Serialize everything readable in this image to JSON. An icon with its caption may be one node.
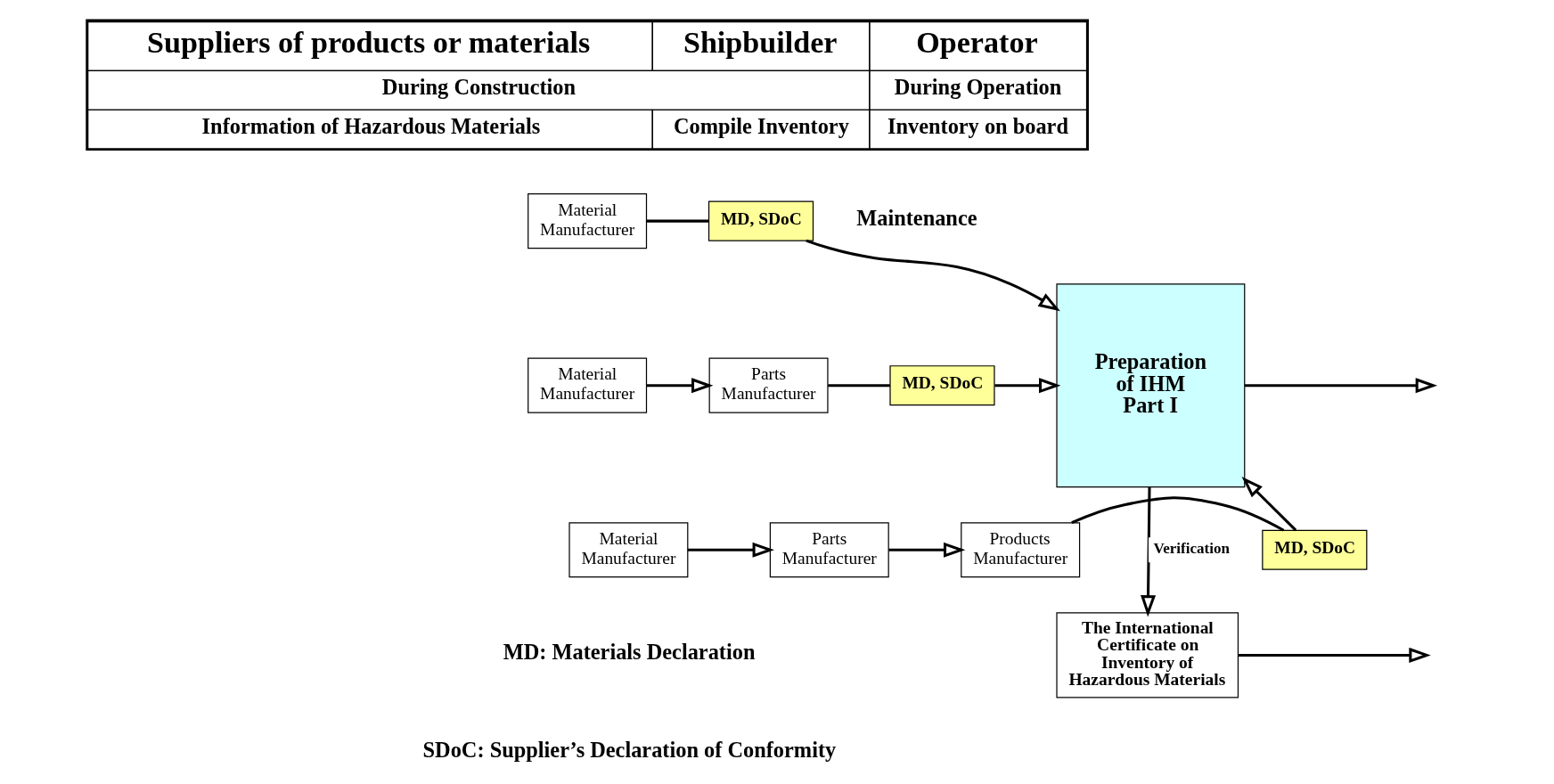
{
  "diagram": {
    "nodes": [
      {
        "text": [
          "Material Manufacturer"
        ]
      },
      {
        "text": [
          "MD, SDoC"
        ]
      },
      {
        "text": [
          "Material Manufacturer"
        ]
      },
      {
        "text": [
          "Parts Manufacturer"
        ]
      },
      {
        "text": [
          "MD, SDoC"
        ]
      },
      {
        "text": [
          "Material Manufacturer"
        ]
      },
      {
        "text": [
          "Parts Manufacturer"
        ]
      },
      {
        "text": [
          "Products Manufacturer"
        ]
      },
      {
        "text": [
          "MD, SDoC"
        ]
      },
      {
        "text": [
          "Preparation of IHM Part I"
        ]
      },
      {
        "text": [
          "The International Certificate on Inventory of Hazardous Materials"
        ]
      }
    ],
    "edges": [
      {
        "from": 0,
        "to": 1,
        "arrow": "none"
      },
      {
        "from": 1,
        "to": 9,
        "arrow": "to"
      },
      {
        "from": 2,
        "to": 3,
        "arrow": "to"
      },
      {
        "from": 3,
        "to": 4,
        "arrow": "none"
      },
      {
        "from": 4,
        "to": 9,
        "arrow": "to"
      },
      {
        "from": 5,
        "to": 6,
        "arrow": "to"
      },
      {
        "from": 6,
        "to": 7,
        "arrow": "to"
      },
      {
        "from": 7,
        "to": 8,
        "arrow": "none"
      },
      {
        "from": 8,
        "to": 9,
        "arrow": "to"
      },
      {
        "from": 9,
        "to": null,
        "arrow": "to"
      },
      {
        "from": 9,
        "to": 10,
        "arrow": "to",
        "label": "Verification"
      },
      {
        "from": 10,
        "to": null,
        "arrow": "to"
      }
    ],
    "labels": [
      "Suppliers of products or materials",
      "Shipbuilder",
      "Operator",
      "During Construction",
      "During Operation",
      "Information of Hazardous Materials",
      "Compile Inventory",
      "Inventory on board",
      "Maintenance",
      "MD: Materials Declaration",
      "SDoC: Supplier’s Declaration of Conformity"
    ]
  }
}
